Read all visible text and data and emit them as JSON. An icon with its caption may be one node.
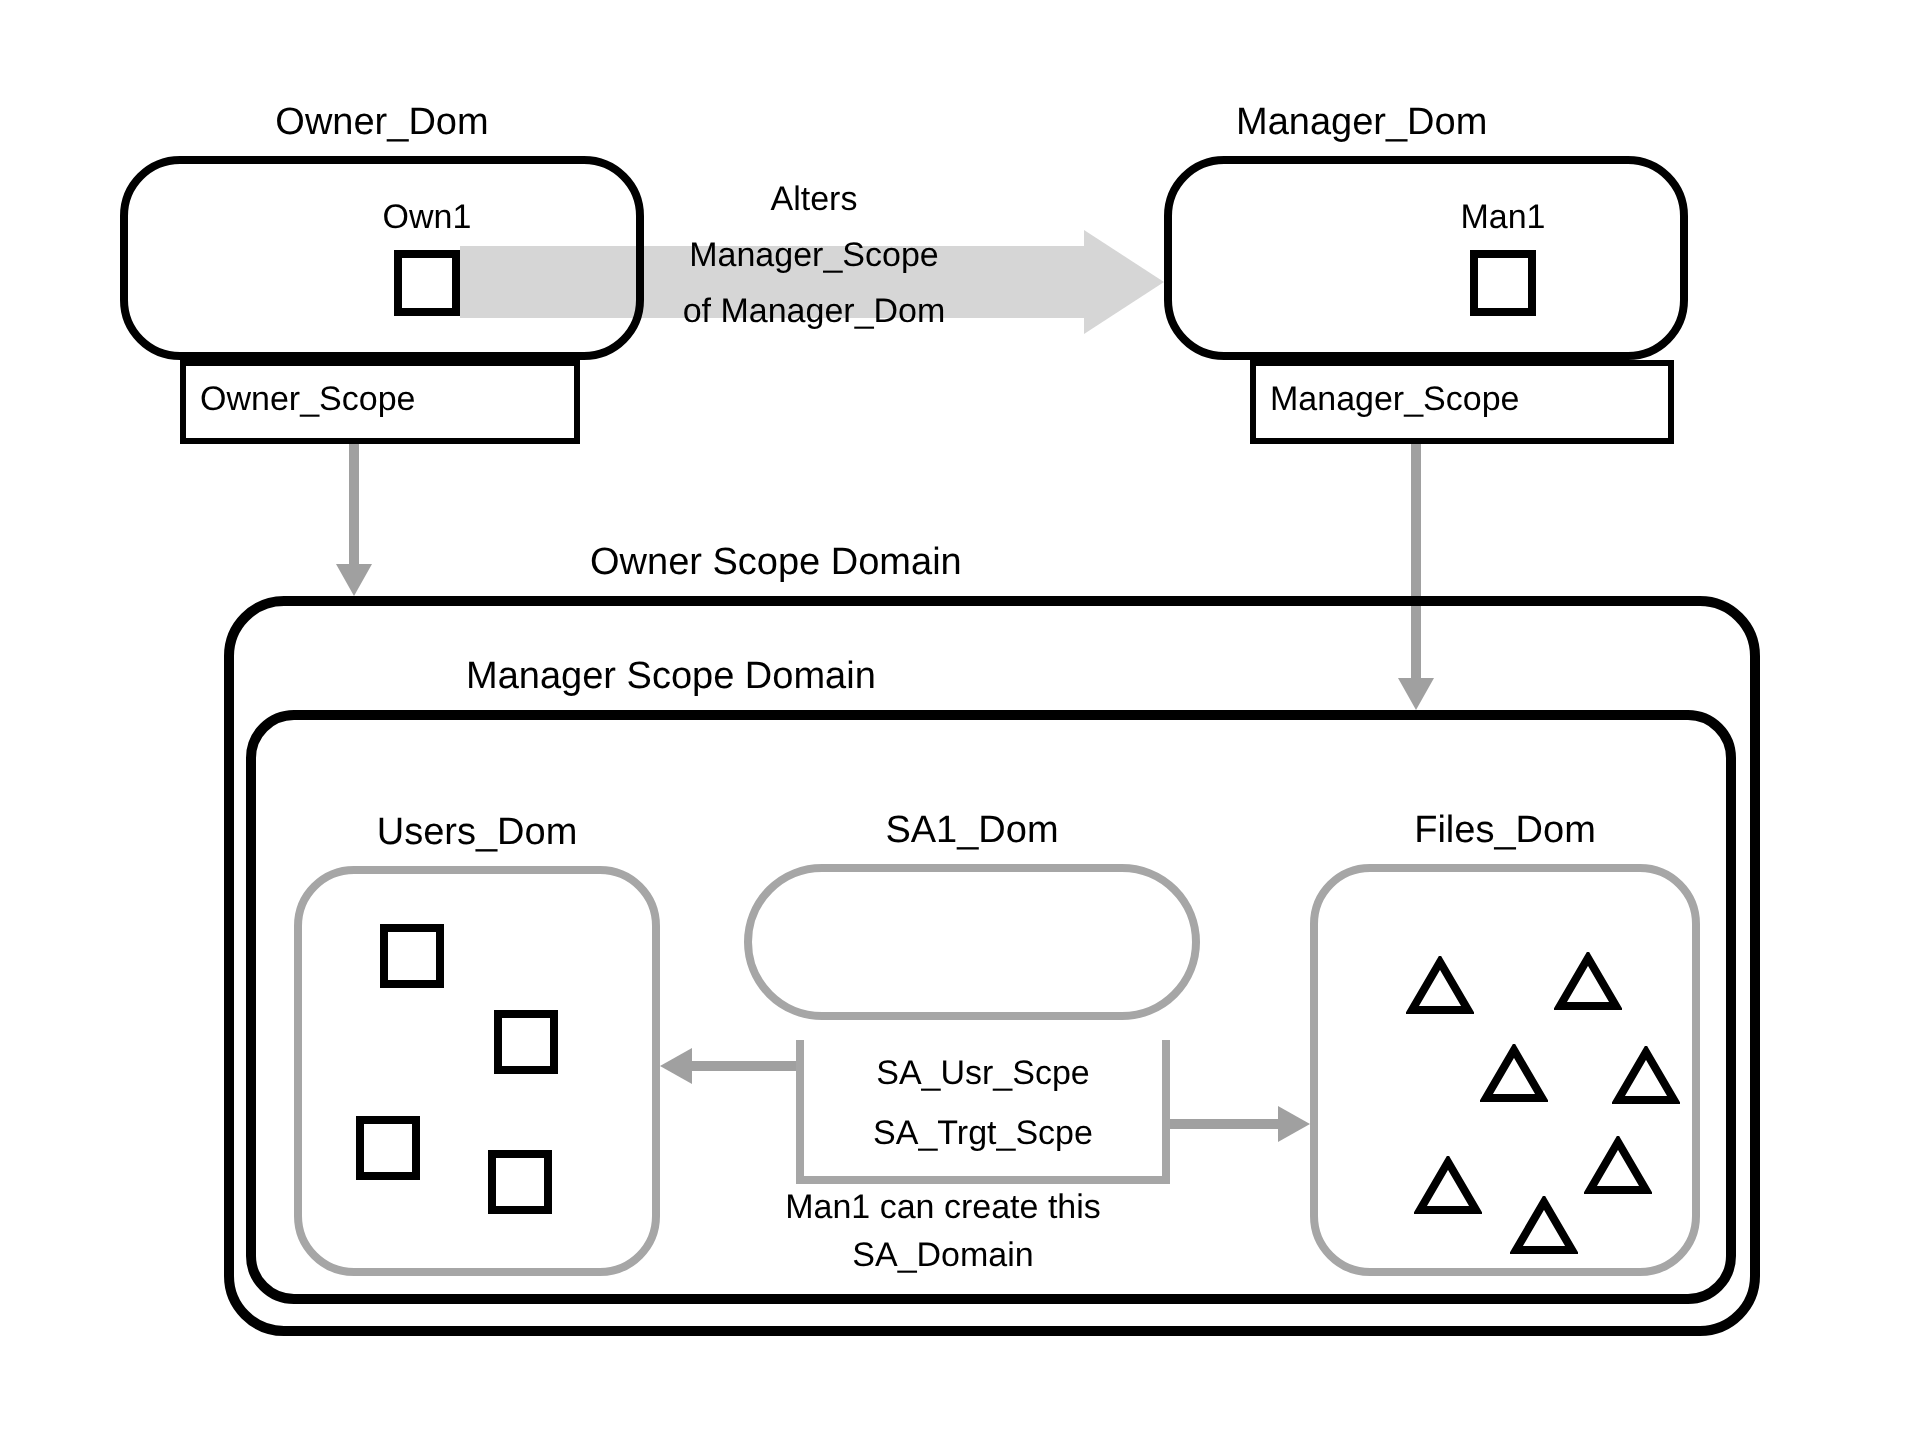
{
  "diagram": {
    "nodes": [
      {
        "text": [
          "Owner_Dom"
        ]
      },
      {
        "text": [
          "Own1"
        ],
        "in": 0
      },
      {
        "text": [
          "Owner_Scope"
        ]
      },
      {
        "text": [
          "Manager_Dom"
        ]
      },
      {
        "text": [
          "Man1"
        ],
        "in": 3
      },
      {
        "text": [
          "Manager_Scope"
        ]
      },
      {
        "text": [
          "Owner Scope Domain"
        ]
      },
      {
        "text": [
          "Manager Scope Domain"
        ],
        "in": 6
      },
      {
        "text": [
          "Users_Dom"
        ],
        "in": 7
      },
      {
        "text": [],
        "shape": "box",
        "in": 8
      },
      {
        "text": [],
        "shape": "box",
        "in": 8
      },
      {
        "text": [],
        "shape": "box",
        "in": 8
      },
      {
        "text": [],
        "shape": "box",
        "in": 8
      },
      {
        "text": [
          "SA1_Dom"
        ],
        "in": 7
      },
      {
        "text": [
          "SA_Usr_Scpe",
          "SA_Trgt_Scpe"
        ],
        "in": 7,
        "beside": [
          "Man1 can  create this SA_Domain"
        ]
      },
      {
        "text": [
          "Files_Dom"
        ],
        "in": 7
      },
      {
        "text": [],
        "shape": "triangle",
        "in": 15
      },
      {
        "text": [],
        "shape": "triangle",
        "in": 15
      },
      {
        "text": [],
        "shape": "triangle",
        "in": 15
      },
      {
        "text": [],
        "shape": "triangle",
        "in": 15
      },
      {
        "text": [],
        "shape": "triangle",
        "in": 15
      },
      {
        "text": [],
        "shape": "triangle",
        "in": 15
      },
      {
        "text": [],
        "shape": "triangle",
        "in": 15
      }
    ],
    "edges": [
      {
        "from": 1,
        "to": 3,
        "arrow": "to",
        "label": "Alters Manager_Scope of Manager_Dom",
        "style": "thick",
        "color": "#d6d6d6"
      },
      {
        "from": 2,
        "to": 6,
        "arrow": "to"
      },
      {
        "from": 5,
        "to": 7,
        "arrow": "to"
      },
      {
        "from": 14,
        "to": 8,
        "arrow": "to"
      },
      {
        "from": 14,
        "to": 15,
        "arrow": "to"
      }
    ]
  }
}
